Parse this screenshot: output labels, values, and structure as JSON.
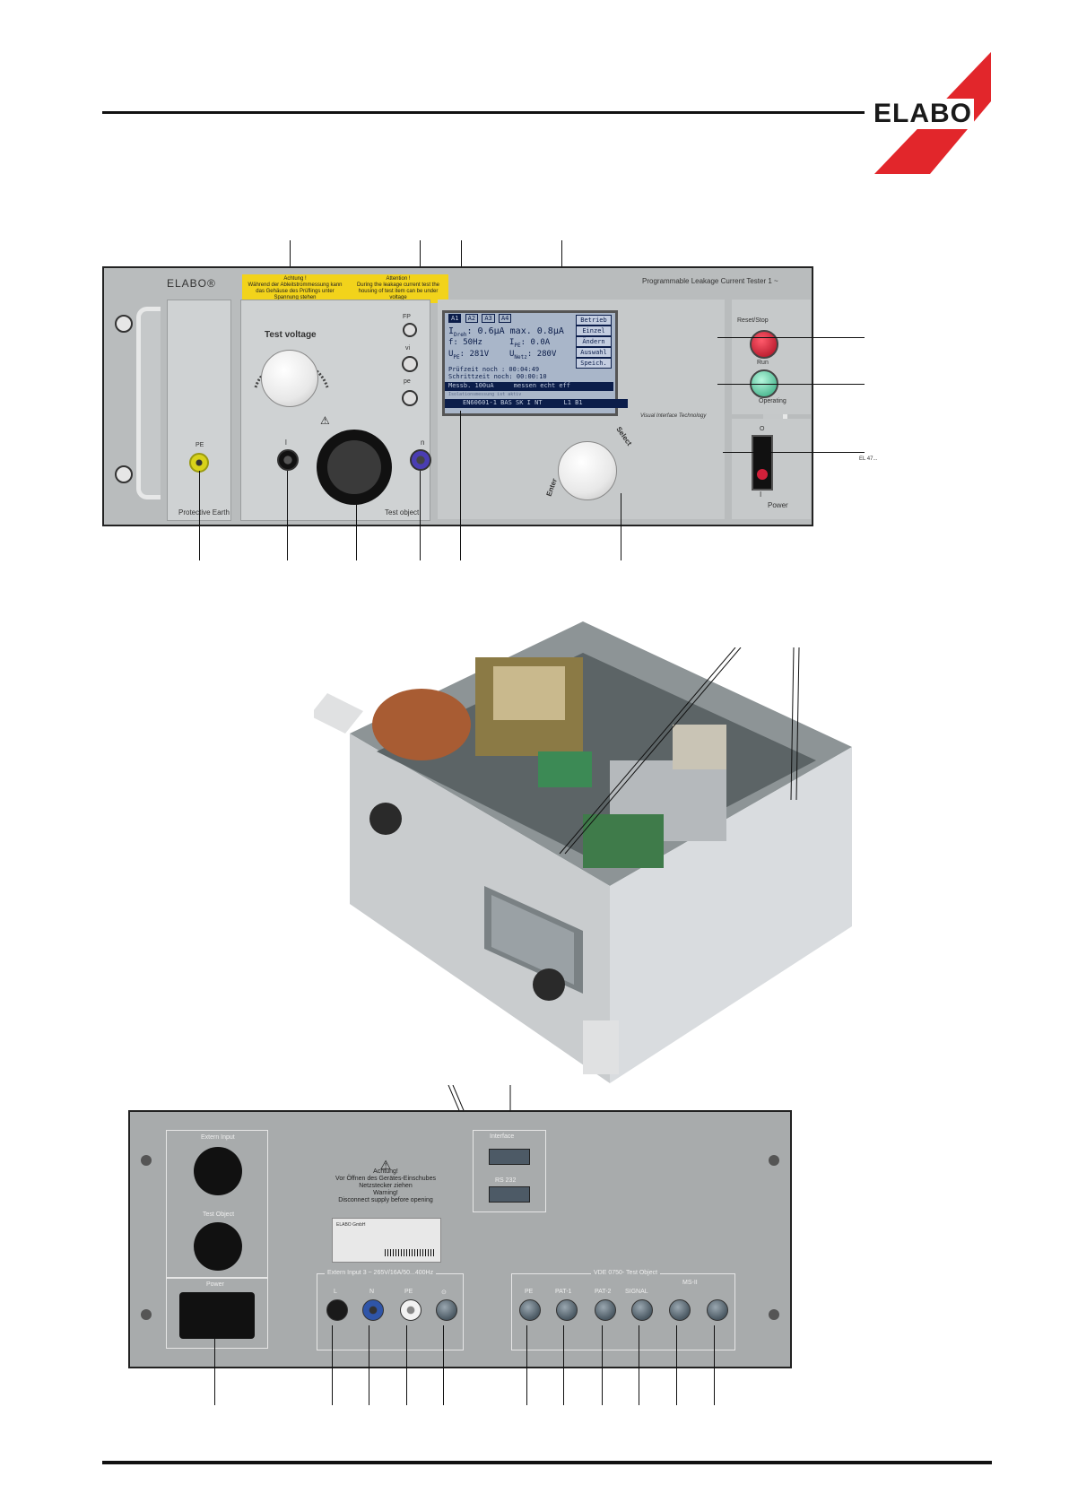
{
  "header": {
    "logo": "ELABO",
    "brand_colors": {
      "red": "#e2262b",
      "dark": "#1a1a1a"
    }
  },
  "front_panel": {
    "brand_label": "ELABO®",
    "product_title": "Programmable Leakage Current Tester 1 ~",
    "warning_de": {
      "title": "Achtung !",
      "text": "Während der Ableitstrommessung kann das Gehäuse des Prüflings unter Spannung stehen"
    },
    "warning_en": {
      "title": "Attention !",
      "text": "During the leakage current test the housing of test item can be under voltage"
    },
    "test_voltage_label": "Test voltage",
    "pe_label": "PE",
    "protective_earth_label": "Protective Earth",
    "jack_l_label": "l",
    "jack_n_label": "n",
    "test_object_label": "Test object",
    "probe_labels": {
      "fp": "FP",
      "vi": "vi",
      "pe": "pe"
    },
    "visual_interface_label": "Visual Interface Technology",
    "select_label": "Select",
    "enter_label": "Enter",
    "reset_stop_label": "Reset/Stop",
    "run_label": "Run",
    "operating_label": "Operating",
    "power_label": "Power",
    "power_on_mark": "I",
    "power_off_mark": "O",
    "serial_mark": "EL 47..."
  },
  "display": {
    "tabs": [
      "A1",
      "A2",
      "A3",
      "A4"
    ],
    "reading_label": "I",
    "reading_sub": "Dreh",
    "reading_value": ": 0.6µA max. 0.8µA",
    "freq_line": "f: 50Hz",
    "ipe_label": "I",
    "ipe_sub": "PE",
    "ipe_value": ": 0.0A",
    "voltage_line": "U",
    "voltage_sub": "PE",
    "voltage_value": ": 281V",
    "unetz_label": "U",
    "unetz_sub": "Netz",
    "unetz_value": ": 280V",
    "pruefzeit_line": "Prüfzeit noch   : 00:04:49",
    "schrittzeit_line": "Schrittzeit noch: 00:00:10",
    "status_line_left": "Messb. 100uA",
    "status_line_right": "messen echt eff",
    "info_line": "Isolationsmessung ist aktiv",
    "footer_line": "EN60601-1 BAS SK I NT",
    "footer_right": "L1 B1",
    "buttons": [
      "Betrieb",
      "Einzel",
      "Ändern",
      "Auswahl",
      "Speich."
    ]
  },
  "rear_panel": {
    "extern_input_label": "Extern Input",
    "test_object_label": "Test Object",
    "interface_label": "Interface",
    "rs232_label": "RS 232",
    "warning_title_de": "Achtung!",
    "warning_text_de": "Vor Öffnen des Gerätes-Einschubes Netzstecker ziehen",
    "warning_title_en": "Warning!",
    "warning_text_en": "Disconnect supply before opening",
    "power_label": "Power",
    "extern_input_group": "Extern Input 3 ~ 265V/16A/50...400Hz",
    "extern_jacks": [
      "L",
      "N",
      "PE",
      "⊙"
    ],
    "vde_group": "VDE 0750- Test Object",
    "vde_jacks": [
      "PE",
      "PAT-1",
      "PAT-2",
      "SIGNAL"
    ],
    "ms_label": "MS-II",
    "rating_plate": "ELABO GmbH"
  }
}
